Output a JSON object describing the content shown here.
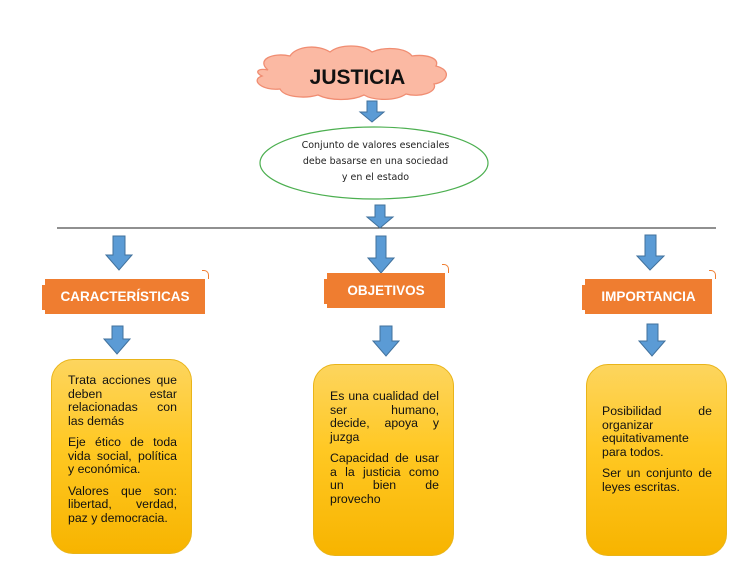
{
  "title": "JUSTICIA",
  "definition": {
    "lines": [
      "Conjunto de valores esenciales",
      "debe basarse en una sociedad",
      "y en el estado"
    ]
  },
  "branches": [
    {
      "label": "CARACTERÍSTICAS",
      "items": [
        "Trata acciones que deben estar relacionadas con las demás",
        "Eje ético de toda vida social, política y económica.",
        "Valores que son: libertad, verdad, paz y democracia."
      ]
    },
    {
      "label": "OBJETIVOS",
      "items": [
        "Es una cualidad del ser humano, decide, apoya y juzga",
        "Capacidad de usar a la justicia como un bien de provecho"
      ]
    },
    {
      "label": "IMPORTANCIA",
      "items": [
        "Posibilidad de organizar equitativamente para todos.",
        "Ser un conjunto de leyes escritas."
      ]
    }
  ],
  "colors": {
    "cloud_fill": "#fbb9a3",
    "cloud_stroke": "#f08d72",
    "ellipse_stroke": "#4caf50",
    "arrow_fill": "#5b9bd5",
    "arrow_stroke": "#41719c",
    "tab_fill": "#ef7d30",
    "box_fill": "#ffc823"
  }
}
